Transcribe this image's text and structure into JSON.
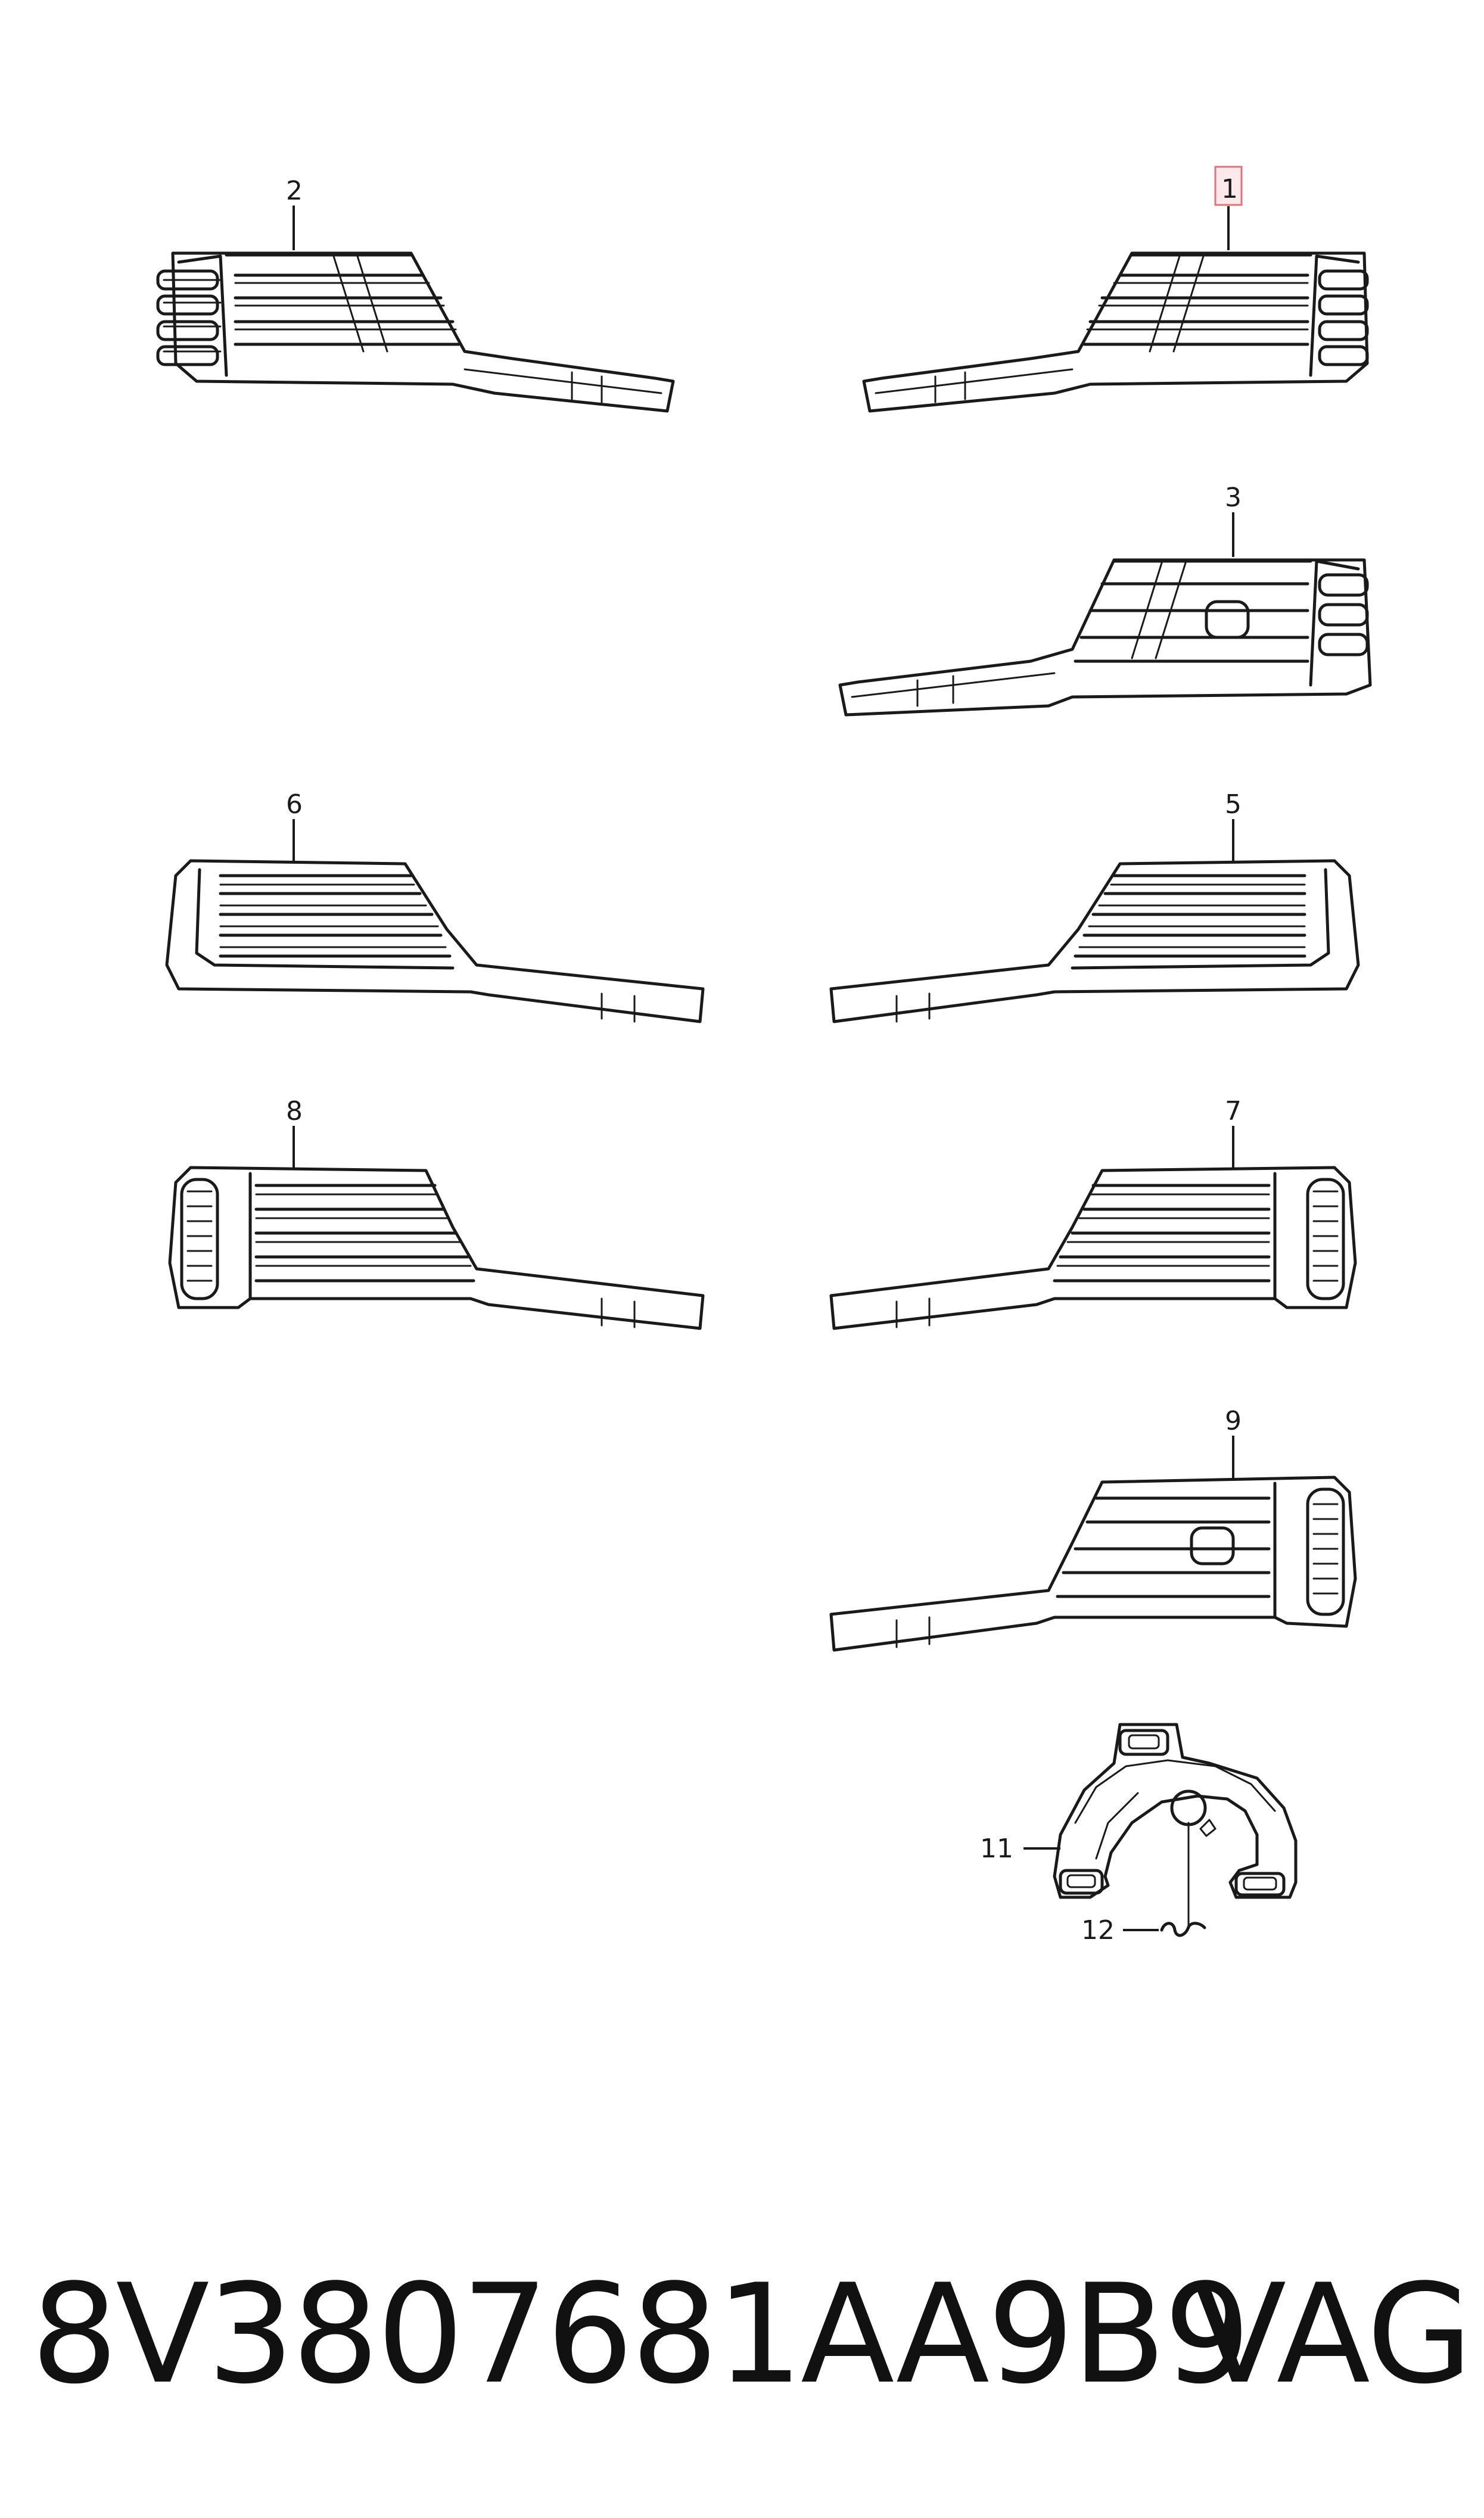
{
  "callouts": {
    "c1": "1",
    "c2": "2",
    "c3": "3",
    "c5": "5",
    "c6": "6",
    "c7": "7",
    "c8": "8",
    "c9": "9",
    "c11": "11",
    "c12": "12"
  },
  "highlighted_callout": "1",
  "highlight_color": "#e0737c",
  "footer": {
    "part_number": "8V3807681AA9B9",
    "brand": "VAG"
  }
}
